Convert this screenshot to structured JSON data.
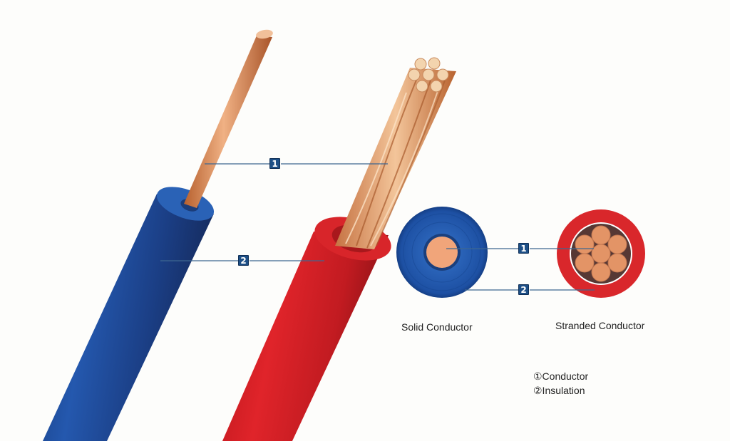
{
  "callouts": {
    "badge_1": "1",
    "badge_2": "2"
  },
  "cross_sections": {
    "solid": {
      "label": "Solid Conductor",
      "insulation_color": "#1f57a8"
    },
    "stranded": {
      "label": "Stranded Conductor",
      "insulation_color": "#d8262a",
      "strand_count": 7
    }
  },
  "legend": {
    "items": [
      "①Conductor",
      "②Insulation"
    ]
  },
  "colors": {
    "copper": "#d9895a",
    "blue_insulation": "#1d4f9c",
    "red_insulation": "#d11f24",
    "callout_line": "#3e6791",
    "badge": "#1d4f86"
  }
}
